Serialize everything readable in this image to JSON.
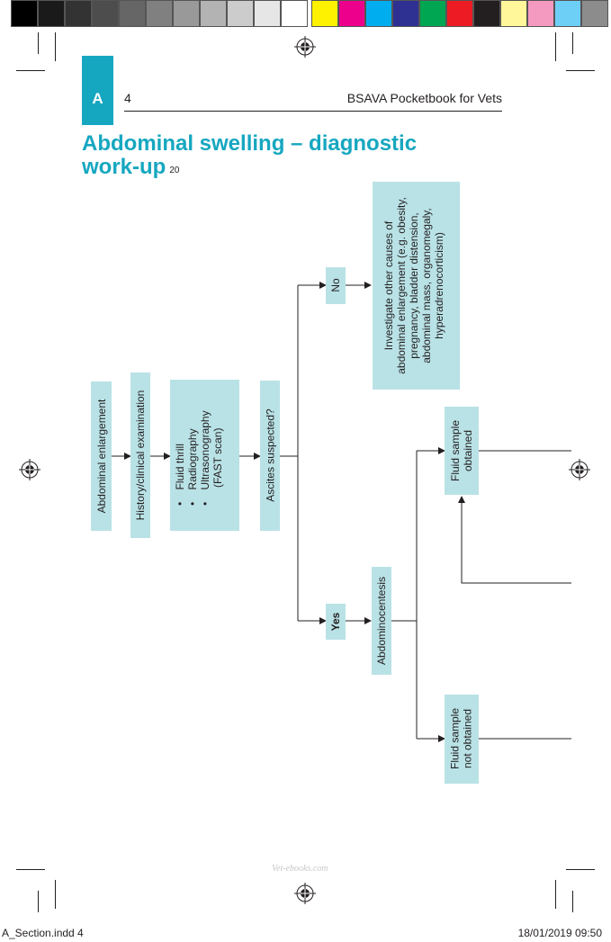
{
  "color_bar": {
    "swatches": [
      "#000000",
      "#1a1a1a",
      "#333333",
      "#4d4d4d",
      "#666666",
      "#808080",
      "#999999",
      "#b3b3b3",
      "#cccccc",
      "#e6e6e6",
      "#ffffff",
      "#fff200",
      "#ec008c",
      "#00aeef",
      "#2e3192",
      "#00a651",
      "#ed1c24",
      "#231f20",
      "#fff799",
      "#f49ac1",
      "#6dcff6",
      "#8c8c8c"
    ]
  },
  "header": {
    "section_letter": "A",
    "page_number": "4",
    "running_head": "BSAVA Pocketbook for Vets"
  },
  "title": {
    "text": "Abdominal swelling – diagnostic work-up",
    "reference": "20"
  },
  "flowchart": {
    "abdominal_enlargement": "Abdominal enlargement",
    "history_exam": "History/clinical examination",
    "tests": [
      "Fluid thrill",
      "Radiography",
      "Ultrasonography",
      "(FAST scan)"
    ],
    "ascites_question": "Ascites suspected?",
    "no_label": "No",
    "yes_label": "Yes",
    "other_causes": [
      "Investigate other causes of",
      "abdominal enlargement (e.g. obesity,",
      "pregnancy, bladder distension,",
      "abdominal mass, organomegaly,",
      "hyperadrenocorticism)"
    ],
    "abdominocentesis": "Abdominocentesis",
    "fluid_obtained": [
      "Fluid sample",
      "obtained"
    ],
    "fluid_not_obtained": [
      "Fluid sample",
      "not obtained"
    ]
  },
  "colors": {
    "accent": "#16a7c0",
    "box_fill": "#b9e2e6",
    "text": "#231f20"
  },
  "footer": {
    "file": "A_Section.indd   4",
    "date_time": "18/01/2019   09:50",
    "watermark": "Vet-ebooks.com"
  }
}
